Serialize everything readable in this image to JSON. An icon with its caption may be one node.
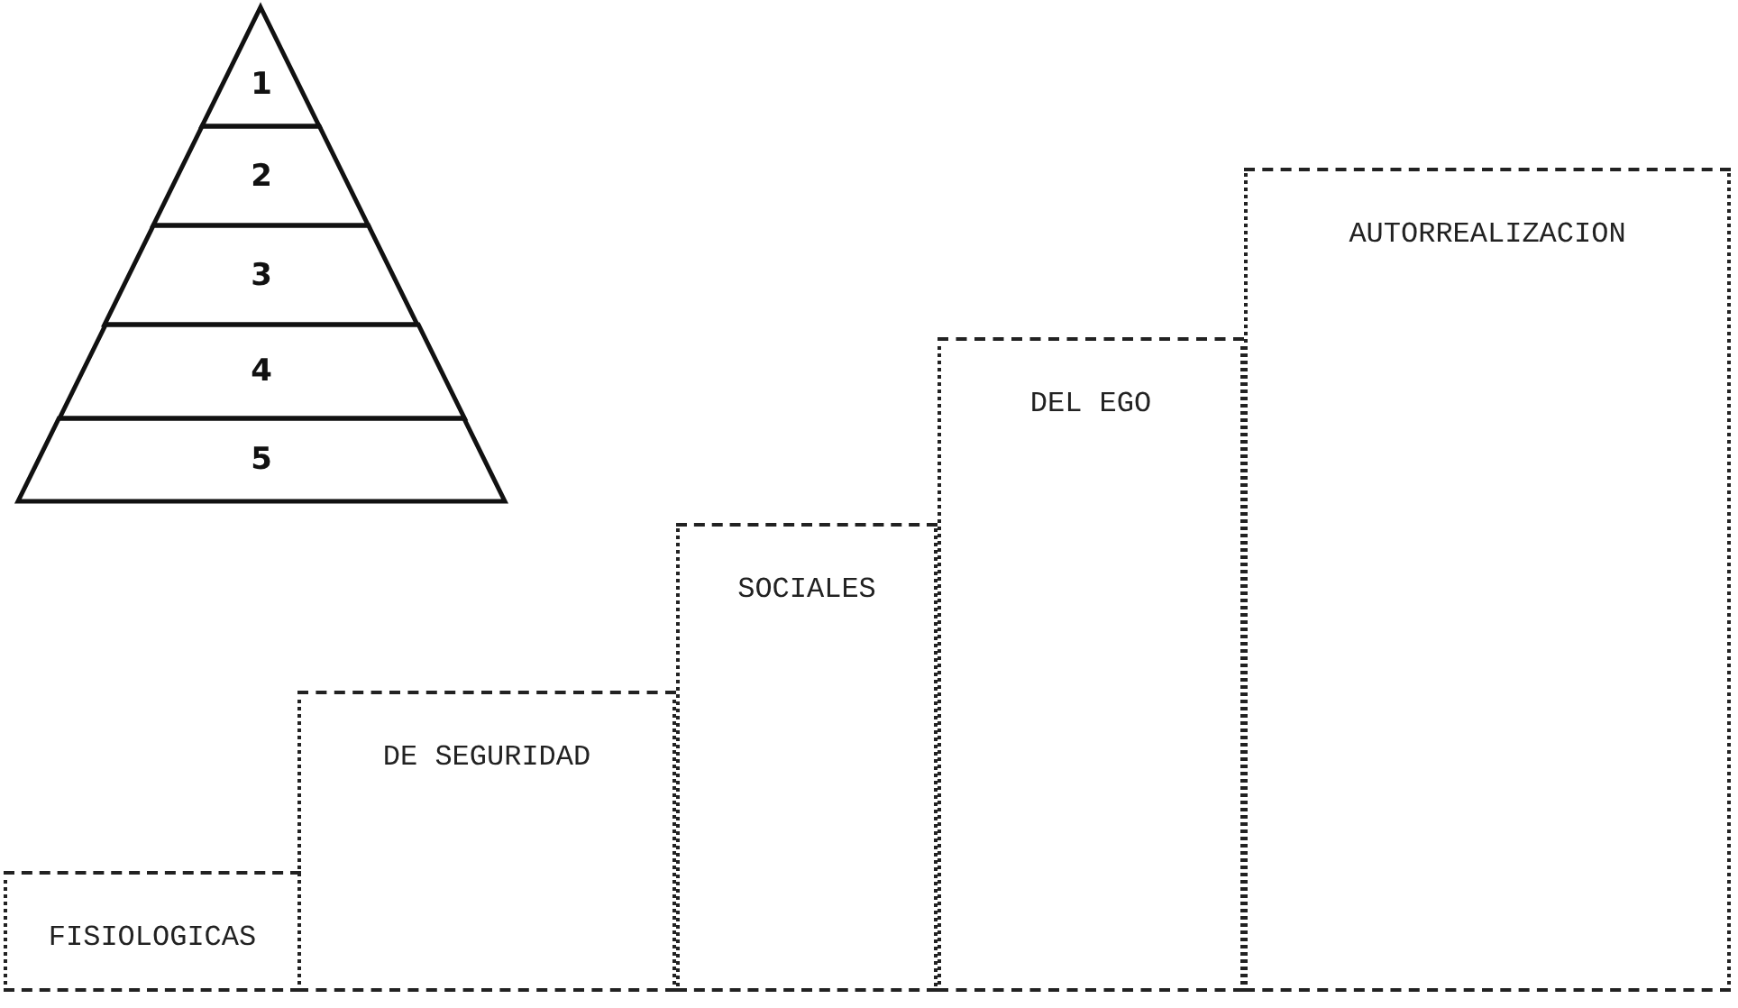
{
  "diagram": {
    "nodes": [
      {
        "text": [
          "1"
        ]
      },
      {
        "text": [
          "2"
        ]
      },
      {
        "text": [
          "3"
        ]
      },
      {
        "text": [
          "4"
        ]
      },
      {
        "text": [
          "5"
        ]
      },
      {
        "text": [
          "FISIOLOGICAS"
        ]
      },
      {
        "text": [
          "DE SEGURIDAD"
        ]
      },
      {
        "text": [
          "SOCIALES"
        ]
      },
      {
        "text": [
          "DEL EGO"
        ]
      },
      {
        "text": [
          "AUTORREALIZACION"
        ]
      }
    ]
  }
}
